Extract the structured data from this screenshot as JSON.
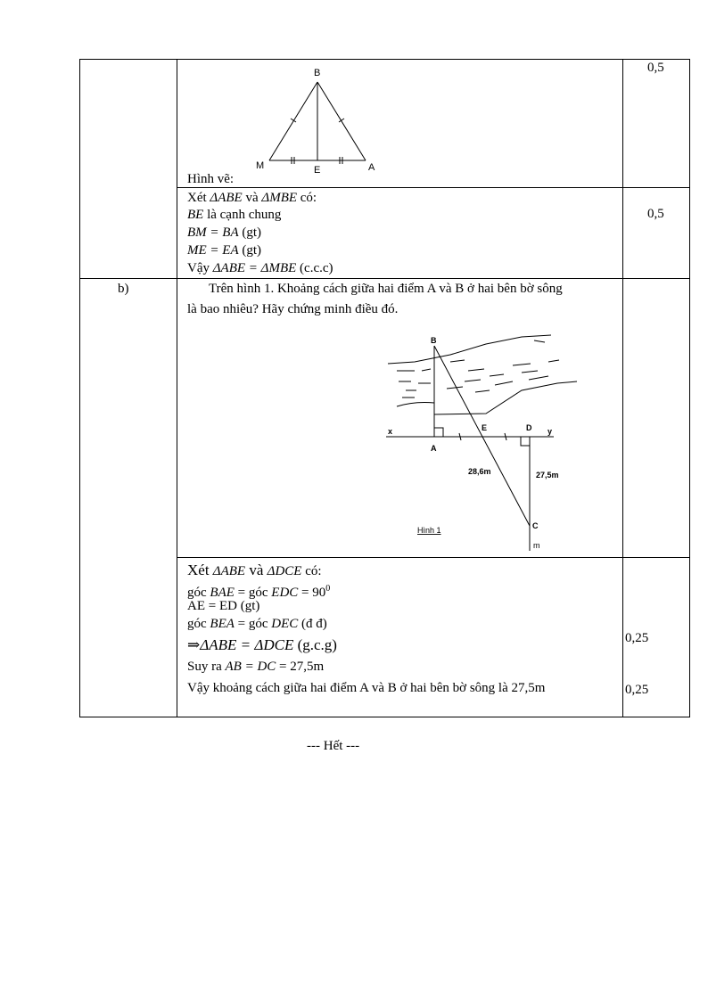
{
  "row1": {
    "figure": {
      "labels": {
        "B": "B",
        "M": "M",
        "E": "E",
        "A": "A"
      },
      "caption": "Hình vẽ:"
    },
    "score": "0,5"
  },
  "row2": {
    "line1_prefix": "Xét ",
    "line1_t1": "ΔABE",
    "line1_mid": " và ",
    "line1_t2": "ΔMBE",
    "line1_suffix": " có:",
    "line2_be": "BE",
    "line2_rest": " là cạnh chung",
    "line3_eq": "BM = BA",
    "line3_rest": " (gt)",
    "line4_eq": "ME = EA",
    "line4_rest": " (gt)",
    "line5_prefix": "Vậy ",
    "line5_eq": "ΔABE = ΔMBE",
    "line5_rest": " (c.c.c)",
    "score": "0,5"
  },
  "row3": {
    "label": "b)",
    "question_line1": "Trên hình 1. Khoảng cách giữa hai điểm A và B ở hai bên bờ sông",
    "question_line2": "là bao nhiêu? Hãy chứng minh điều đó.",
    "figure": {
      "labels": {
        "B": "B",
        "A": "A",
        "E": "E",
        "D": "D",
        "C": "C",
        "x": "x",
        "y": "y",
        "m": "m"
      },
      "length_ec": "28,6m",
      "length_dc": "27,5m",
      "caption": "Hình 1"
    }
  },
  "row4": {
    "line1_prefix": "Xét ",
    "line1_t1": "ΔABE",
    "line1_mid": " và ",
    "line1_t2": "ΔDCE",
    "line1_suffix": " có:",
    "line2_pre": "góc ",
    "line2_a1": "BAE",
    "line2_mid": " = góc ",
    "line2_a2": "EDC",
    "line2_val": " = 90",
    "line2_sup": "0",
    "line3": "AE = ED (gt)",
    "line4_pre": "góc ",
    "line4_a1": "BEA",
    "line4_mid": " = góc ",
    "line4_a2": "DEC",
    "line4_rest": " (đ đ)",
    "line5_arrow": "⇒",
    "line5_eq": "ΔABE = ΔDCE",
    "line5_rest": " (g.c.g)",
    "line6_pre": "Suy ra ",
    "line6_eq": "AB = DC",
    "line6_rest": " = 27,5m",
    "line7": "Vậy khoảng cách giữa hai điểm A và B ở hai bên bờ sông là 27,5m",
    "score1": "0,25",
    "score2": "0,25"
  },
  "footer": "--- Hết ---"
}
